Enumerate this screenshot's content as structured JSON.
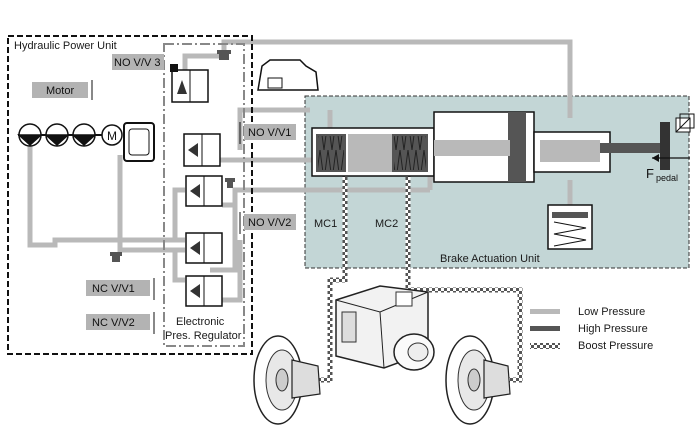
{
  "labels": {
    "hydraulic_power_unit": "Hydraulic Power Unit",
    "motor": "Motor",
    "motor_symbol": "M",
    "no_vv3": "NO V/V 3",
    "no_vv1": "NO V/V1",
    "no_vv2": "NO V/V2",
    "nc_vv1": "NC V/V1",
    "nc_vv2": "NC V/V2",
    "electronic_line1": "Electronic",
    "electronic_line2": "Pres. Regulator",
    "mc1": "MC1",
    "mc2": "MC2",
    "brake_actuation_unit": "Brake Actuation Unit",
    "f_pedal_f": "F",
    "f_pedal_sub": "pedal"
  },
  "legend": [
    {
      "key": "low",
      "label": "Low Pressure"
    },
    {
      "key": "high",
      "label": "High Pressure"
    },
    {
      "key": "boost",
      "label": "Boost Pressure"
    }
  ],
  "colors": {
    "low_pressure": "#b9b9b9",
    "high_pressure": "#555555",
    "boost_pressure": "#555555",
    "actuation_fill": "#c3d6d6",
    "tag_fill": "#b3b3b3",
    "outline": "#222222"
  }
}
